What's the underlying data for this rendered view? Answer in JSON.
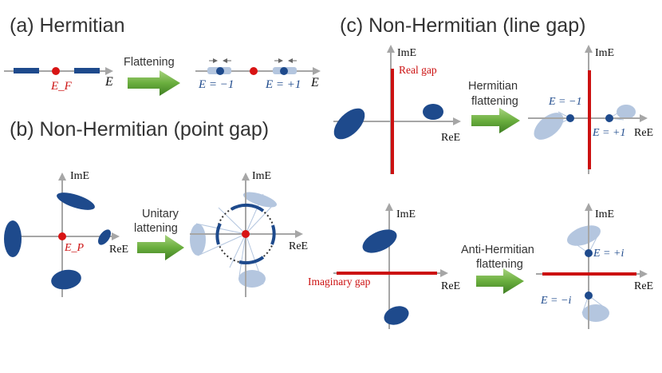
{
  "panel_a": {
    "heading": "(a) Hermitian",
    "fermi_label": "E_F",
    "axis_label": "E",
    "arrow_label": "Flattening",
    "minus_label": "E = −1",
    "plus_label": "E = +1",
    "axis_label_after": "E"
  },
  "panel_b": {
    "heading": "(b) Non-Hermitian (point gap)",
    "im_axis_left": "ImE",
    "re_axis_left": "ReE",
    "point_label": "E_P",
    "arrow_line1": "Unitary",
    "arrow_line2": "lattening",
    "im_axis_right": "ImE",
    "re_axis_right": "ReE"
  },
  "panel_c": {
    "heading": "(c) Non-Hermitian (line gap)",
    "top": {
      "im_axis_left": "ImE",
      "gap_label": "Real gap",
      "re_axis_left": "ReE",
      "arrow_line1": "Hermitian",
      "arrow_line2": "flattening",
      "im_axis_right": "ImE",
      "minus_label": "E = −1",
      "plus_label": "E = +1",
      "re_axis_right": "ReE"
    },
    "bottom": {
      "im_axis_left": "ImE",
      "gap_label": "Imaginary gap",
      "re_axis_left": "ReE",
      "arrow_line1": "Anti-Hermitian",
      "arrow_line2": "flattening",
      "im_axis_right": "ImE",
      "plus_label": "E = +i",
      "minus_label": "E = −i",
      "re_axis_right": "ReE"
    }
  },
  "colors": {
    "band_blue": "#1e4a8c",
    "faded_blue": "#b4c6df",
    "gap_red": "#cc1111",
    "point_red": "#d81414",
    "axis_gray": "#a6a6a6",
    "arrow_green": "#62a53a"
  }
}
